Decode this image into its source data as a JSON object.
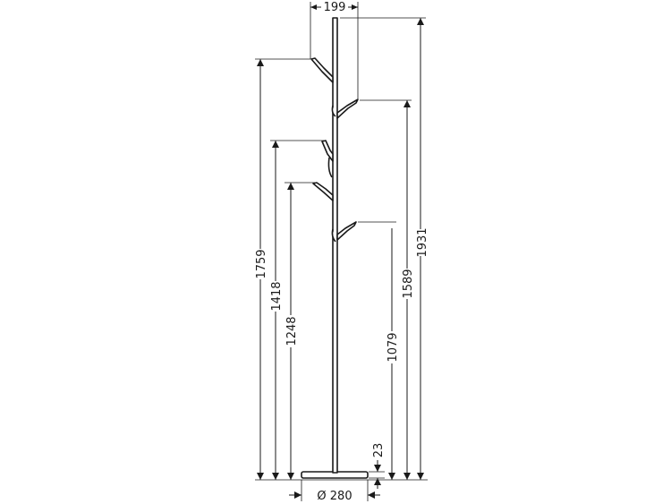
{
  "dimensions": {
    "top_width": "199",
    "overall_height": "1931",
    "hook_1_height": "1759",
    "hook_2_height": "1589",
    "hook_3_height": "1418",
    "hook_4_height": "1248",
    "hook_5_height": "1079",
    "base_thickness": "23",
    "base_diameter": "Ø 280"
  }
}
